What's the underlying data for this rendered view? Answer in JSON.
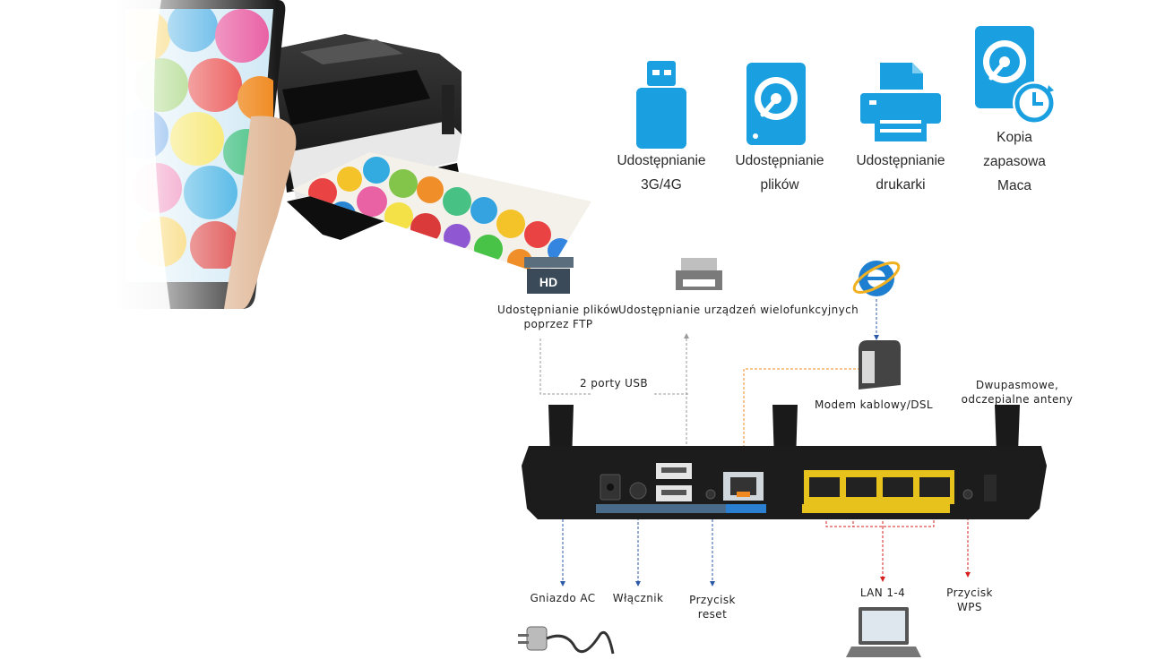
{
  "features": [
    {
      "icon": "usb-stick-icon",
      "line1": "Udostępnianie",
      "line2": "3G/4G"
    },
    {
      "icon": "hard-disk-icon",
      "line1": "Udostępnianie",
      "line2": "plików"
    },
    {
      "icon": "printer-icon",
      "line1": "Udostępnianie",
      "line2": "drukarki"
    },
    {
      "icon": "backup-disk-icon",
      "line1": "Kopia",
      "line2": "zapasowa",
      "line3": "Maca"
    }
  ],
  "callouts": {
    "ftp": {
      "line1": "Udostępnianie plików",
      "line2": "poprzez FTP"
    },
    "mfp": "Udostępnianie urządzeń wielofunkcyjnych",
    "usb_ports": "2 porty USB",
    "modem": "Modem kablowy/DSL",
    "antennas": {
      "line1": "Dwupasmowe,",
      "line2": "odczepialne anteny"
    },
    "ac": "Gniazdo AC",
    "power": "Włącznik",
    "reset": {
      "line1": "Przycisk",
      "line2": "reset"
    },
    "lan": "LAN 1-4",
    "wps": {
      "line1": "Przycisk",
      "line2": "WPS"
    }
  },
  "icon_text": {
    "hd": "HD"
  },
  "colors": {
    "icon_blue": "#1aa0e0",
    "router_body": "#1c1c1c",
    "lan_yellow": "#e8c21c",
    "wan_blue": "#2b7fd0",
    "line_blue": "#2c58a8",
    "line_orange": "#f08a20",
    "line_red": "#d62020",
    "line_gray": "#9a9a9a"
  }
}
